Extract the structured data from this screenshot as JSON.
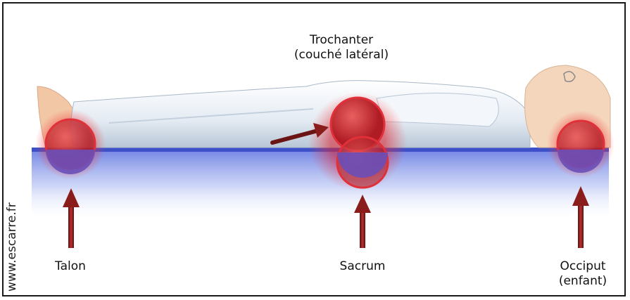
{
  "labels": {
    "trochanter_line1": "Trochanter",
    "trochanter_line2": "(couché latéral)",
    "talon": "Talon",
    "sacrum": "Sacrum",
    "occiput_line1": "Occiput",
    "occiput_line2": "(enfant)"
  },
  "watermark": "www.escarre.fr",
  "colors": {
    "pressure_point": "#d8303a",
    "mattress": "#4a5fd6",
    "arrow": "#8a1c1c",
    "sheet": "#e8eef5"
  }
}
